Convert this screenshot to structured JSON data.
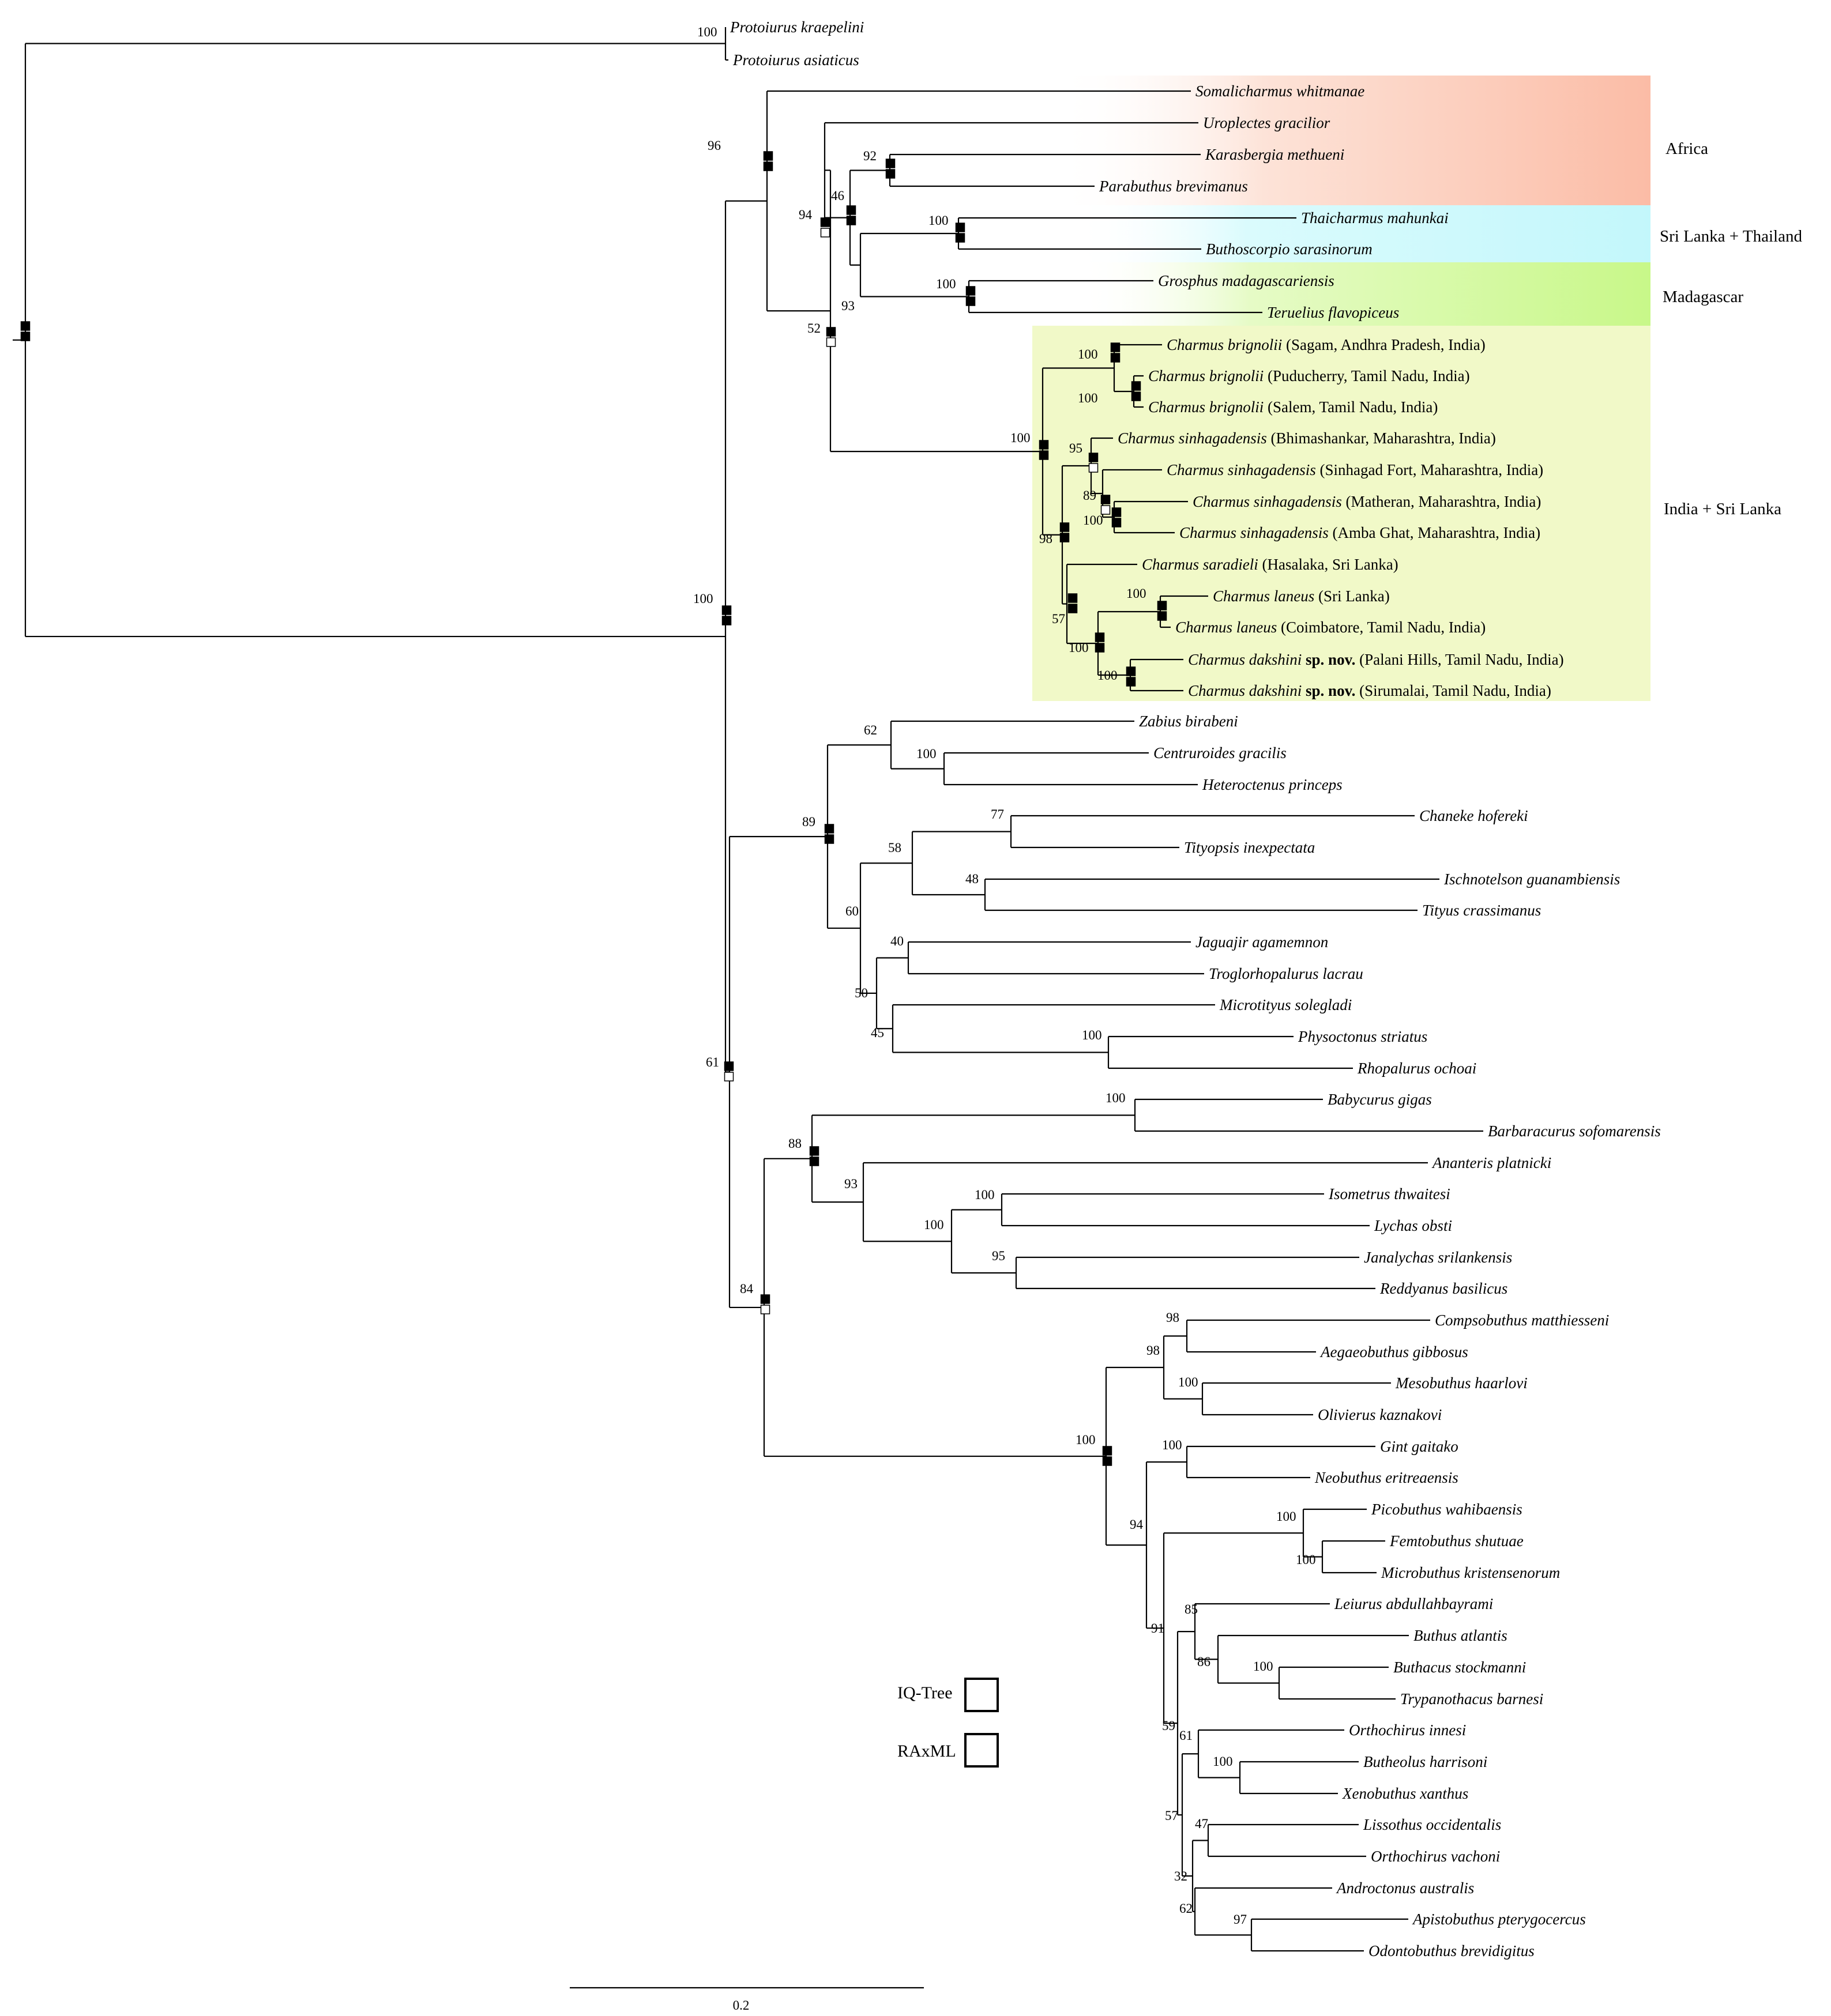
{
  "colors": {
    "africa": "#fbbca6",
    "srilanka_thailand": "#c3f7fb",
    "madagascar": "#c8f889",
    "india_srilanka": "#f1f9c8",
    "branch": "#000000",
    "ml_filled": "#000000",
    "ml_open": "#ffffff"
  },
  "regions": [
    {
      "key": "africa",
      "label": "Africa"
    },
    {
      "key": "srilanka_thailand",
      "label": "Sri Lanka + Thailand"
    },
    {
      "key": "madagascar",
      "label": "Madagascar"
    },
    {
      "key": "india_srilanka",
      "label": "India + Sri Lanka"
    }
  ],
  "legend": {
    "iqtree": "IQ-Tree",
    "raxml": "RAxML"
  },
  "scale_bar": {
    "label": "0.2",
    "value": 0.2
  },
  "tips": [
    {
      "id": "t1",
      "species": "Protoiurus kraepelini",
      "locality": ""
    },
    {
      "id": "t2",
      "species": "Protoiurus asiaticus",
      "locality": ""
    },
    {
      "id": "t3",
      "species": "Somalicharmus whitmanae",
      "locality": ""
    },
    {
      "id": "t4",
      "species": "Uroplectes gracilior",
      "locality": ""
    },
    {
      "id": "t5",
      "species": "Karasbergia methueni",
      "locality": ""
    },
    {
      "id": "t6",
      "species": "Parabuthus brevimanus",
      "locality": ""
    },
    {
      "id": "t7",
      "species": "Thaicharmus mahunkai",
      "locality": ""
    },
    {
      "id": "t8",
      "species": "Buthoscorpio sarasinorum",
      "locality": ""
    },
    {
      "id": "t9",
      "species": "Grosphus madagascariensis",
      "locality": ""
    },
    {
      "id": "t10",
      "species": "Teruelius flavopiceus",
      "locality": ""
    },
    {
      "id": "t11",
      "species": "Charmus brignolii",
      "locality": " (Sagam, Andhra Pradesh, India)"
    },
    {
      "id": "t12",
      "species": "Charmus brignolii",
      "locality": " (Puducherry, Tamil Nadu, India)"
    },
    {
      "id": "t13",
      "species": "Charmus brignolii",
      "locality": " (Salem, Tamil Nadu, India)"
    },
    {
      "id": "t14",
      "species": "Charmus sinhagadensis",
      "locality": " (Bhimashankar, Maharashtra, India)"
    },
    {
      "id": "t15",
      "species": "Charmus sinhagadensis",
      "locality": " (Sinhagad Fort, Maharashtra, India)"
    },
    {
      "id": "t16",
      "species": "Charmus sinhagadensis",
      "locality": " (Matheran, Maharashtra, India)"
    },
    {
      "id": "t17",
      "species": "Charmus sinhagadensis",
      "locality": " (Amba Ghat, Maharashtra, India)"
    },
    {
      "id": "t18",
      "species": "Charmus saradieli",
      "locality": " (Hasalaka, Sri Lanka)"
    },
    {
      "id": "t19",
      "species": "Charmus laneus",
      "locality": " (Sri Lanka)"
    },
    {
      "id": "t20",
      "species": "Charmus laneus",
      "locality": " (Coimbatore, Tamil Nadu, India)"
    },
    {
      "id": "t21",
      "species": "Charmus dakshini",
      "nov": " sp. nov.",
      "locality": " (Palani Hills, Tamil Nadu, India)"
    },
    {
      "id": "t22",
      "species": "Charmus dakshini",
      "nov": " sp. nov.",
      "locality": " (Sirumalai, Tamil Nadu, India)"
    },
    {
      "id": "t23",
      "species": "Zabius birabeni",
      "locality": ""
    },
    {
      "id": "t24",
      "species": "Centruroides gracilis",
      "locality": ""
    },
    {
      "id": "t25",
      "species": "Heteroctenus princeps",
      "locality": ""
    },
    {
      "id": "t26",
      "species": "Chaneke hofereki",
      "locality": ""
    },
    {
      "id": "t27",
      "species": "Tityopsis inexpectata",
      "locality": ""
    },
    {
      "id": "t28",
      "species": "Ischnotelson guanambiensis",
      "locality": ""
    },
    {
      "id": "t29",
      "species": "Tityus crassimanus",
      "locality": ""
    },
    {
      "id": "t30",
      "species": "Jaguajir agamemnon",
      "locality": ""
    },
    {
      "id": "t31",
      "species": "Troglorhopalurus lacrau",
      "locality": ""
    },
    {
      "id": "t32",
      "species": "Microtityus solegladi",
      "locality": ""
    },
    {
      "id": "t33",
      "species": "Physoctonus striatus",
      "locality": ""
    },
    {
      "id": "t34",
      "species": "Rhopalurus ochoai",
      "locality": ""
    },
    {
      "id": "t35",
      "species": "Babycurus gigas",
      "locality": ""
    },
    {
      "id": "t36",
      "species": "Barbaracurus sofomarensis",
      "locality": ""
    },
    {
      "id": "t37",
      "species": "Ananteris platnicki",
      "locality": ""
    },
    {
      "id": "t38",
      "species": "Isometrus thwaitesi",
      "locality": ""
    },
    {
      "id": "t39",
      "species": "Lychas obsti",
      "locality": ""
    },
    {
      "id": "t40",
      "species": "Janalychas srilankensis",
      "locality": ""
    },
    {
      "id": "t41",
      "species": "Reddyanus basilicus",
      "locality": ""
    },
    {
      "id": "t42",
      "species": "Compsobuthus matthiesseni",
      "locality": ""
    },
    {
      "id": "t43",
      "species": "Aegaeobuthus gibbosus",
      "locality": ""
    },
    {
      "id": "t44",
      "species": "Mesobuthus haarlovi",
      "locality": ""
    },
    {
      "id": "t45",
      "species": "Olivierus kaznakovi",
      "locality": ""
    },
    {
      "id": "t46",
      "species": "Gint gaitako",
      "locality": ""
    },
    {
      "id": "t47",
      "species": "Neobuthus eritreaensis",
      "locality": ""
    },
    {
      "id": "t48",
      "species": "Picobuthus wahibaensis",
      "locality": ""
    },
    {
      "id": "t49",
      "species": "Femtobuthus shutuae",
      "locality": ""
    },
    {
      "id": "t50",
      "species": "Microbuthus kristensenorum",
      "locality": ""
    },
    {
      "id": "t51",
      "species": "Leiurus abdullahbayrami",
      "locality": ""
    },
    {
      "id": "t52",
      "species": "Buthus atlantis",
      "locality": ""
    },
    {
      "id": "t53",
      "species": "Buthacus stockmanni",
      "locality": ""
    },
    {
      "id": "t54",
      "species": "Trypanothacus barnesi",
      "locality": ""
    },
    {
      "id": "t55",
      "species": "Orthochirus innesi",
      "locality": ""
    },
    {
      "id": "t56",
      "species": "Butheolus harrisoni",
      "locality": ""
    },
    {
      "id": "t57",
      "species": "Xenobuthus xanthus",
      "locality": ""
    },
    {
      "id": "t58",
      "species": "Lissothus occidentalis",
      "locality": ""
    },
    {
      "id": "t59",
      "species": "Orthochirus vachoni",
      "locality": ""
    },
    {
      "id": "t60",
      "species": "Androctonus australis",
      "locality": ""
    },
    {
      "id": "t61",
      "species": "Apistobuthus pterygocercus",
      "locality": ""
    },
    {
      "id": "t62",
      "species": "Odontobuthus brevidigitus",
      "locality": ""
    }
  ],
  "nodes": [
    {
      "id": "nProt",
      "support": "100",
      "children": [
        "t1",
        "t2"
      ]
    },
    {
      "id": "nKar",
      "support": "92",
      "children": [
        "t5",
        "t6"
      ]
    },
    {
      "id": "nThai",
      "support": "100",
      "children": [
        "t7",
        "t8"
      ]
    },
    {
      "id": "nGros",
      "support": "100",
      "children": [
        "t9",
        "t10"
      ]
    },
    {
      "id": "nSL_Mad",
      "support": "93",
      "children": [
        "nThai",
        "nGros"
      ]
    },
    {
      "id": "n46",
      "support": "46",
      "children": [
        "nKar",
        "nSL_Mad"
      ]
    },
    {
      "id": "n94",
      "support": "94",
      "children": [
        "t4",
        "n46"
      ]
    },
    {
      "id": "nBrig2",
      "support": "100",
      "children": [
        "t12",
        "t13"
      ]
    },
    {
      "id": "nBrig",
      "support": "100",
      "children": [
        "t11",
        "nBrig2"
      ]
    },
    {
      "id": "nSin3",
      "support": "100",
      "children": [
        "t16",
        "t17"
      ]
    },
    {
      "id": "nSin2",
      "support": "89",
      "children": [
        "t15",
        "nSin3"
      ]
    },
    {
      "id": "nSin",
      "support": "95",
      "children": [
        "t14",
        "nSin2"
      ]
    },
    {
      "id": "nLan",
      "support": "100",
      "children": [
        "t19",
        "t20"
      ]
    },
    {
      "id": "nDak",
      "support": "100",
      "children": [
        "t21",
        "t22"
      ]
    },
    {
      "id": "nLanDak",
      "support": "100",
      "children": [
        "nLan",
        "nDak"
      ]
    },
    {
      "id": "n57",
      "support": "57",
      "children": [
        "t18",
        "nLanDak"
      ]
    },
    {
      "id": "n98c",
      "support": "98",
      "children": [
        "nSin",
        "n57"
      ]
    },
    {
      "id": "nChar",
      "support": "100",
      "children": [
        "nBrig",
        "n98c"
      ]
    },
    {
      "id": "n52",
      "support": "52",
      "children": [
        "n94",
        "nChar"
      ]
    },
    {
      "id": "n96",
      "support": "96",
      "children": [
        "t3",
        "n52"
      ]
    },
    {
      "id": "nCen",
      "support": "100",
      "children": [
        "t24",
        "t25"
      ]
    },
    {
      "id": "n62",
      "support": "62",
      "children": [
        "t23",
        "nCen"
      ]
    },
    {
      "id": "n77",
      "support": "77",
      "children": [
        "t26",
        "t27"
      ]
    },
    {
      "id": "n48",
      "support": "48",
      "children": [
        "t28",
        "t29"
      ]
    },
    {
      "id": "n58",
      "support": "58",
      "children": [
        "n77",
        "n48"
      ]
    },
    {
      "id": "n40",
      "support": "40",
      "children": [
        "t30",
        "t31"
      ]
    },
    {
      "id": "nPhy",
      "support": "100",
      "children": [
        "t33",
        "t34"
      ]
    },
    {
      "id": "n45",
      "support": "45",
      "children": [
        "t32",
        "nPhy"
      ]
    },
    {
      "id": "n50",
      "support": "50",
      "children": [
        "n40",
        "n45"
      ]
    },
    {
      "id": "n60",
      "support": "60",
      "children": [
        "n58",
        "n50"
      ]
    },
    {
      "id": "n89",
      "support": "89",
      "children": [
        "n62",
        "n60"
      ]
    },
    {
      "id": "nBaby",
      "support": "100",
      "children": [
        "t35",
        "t36"
      ]
    },
    {
      "id": "nIso",
      "support": "100",
      "children": [
        "t38",
        "t39"
      ]
    },
    {
      "id": "nJan",
      "support": "95",
      "children": [
        "t40",
        "t41"
      ]
    },
    {
      "id": "n100i",
      "support": "100",
      "children": [
        "nIso",
        "nJan"
      ]
    },
    {
      "id": "n93b",
      "support": "93",
      "children": [
        "t37",
        "n100i"
      ]
    },
    {
      "id": "n88",
      "support": "88",
      "children": [
        "nBaby",
        "n93b"
      ]
    },
    {
      "id": "nComp",
      "support": "98",
      "children": [
        "t42",
        "t43"
      ]
    },
    {
      "id": "nMeso",
      "support": "100",
      "children": [
        "t44",
        "t45"
      ]
    },
    {
      "id": "n98b",
      "support": "98",
      "children": [
        "nComp",
        "nMeso"
      ]
    },
    {
      "id": "nGint",
      "support": "100",
      "children": [
        "t46",
        "t47"
      ]
    },
    {
      "id": "nFem",
      "support": "100",
      "children": [
        "t49",
        "t50"
      ]
    },
    {
      "id": "nPico",
      "support": "100",
      "children": [
        "t48",
        "nFem"
      ]
    },
    {
      "id": "nBtc",
      "support": "100",
      "children": [
        "t53",
        "t54"
      ]
    },
    {
      "id": "n86",
      "support": "86",
      "children": [
        "t52",
        "nBtc"
      ]
    },
    {
      "id": "n85",
      "support": "85",
      "children": [
        "t51",
        "n86"
      ]
    },
    {
      "id": "nButh",
      "support": "100",
      "children": [
        "t56",
        "t57"
      ]
    },
    {
      "id": "n61b",
      "support": "61",
      "children": [
        "t55",
        "nButh"
      ]
    },
    {
      "id": "n47",
      "support": "47",
      "children": [
        "t58",
        "t59"
      ]
    },
    {
      "id": "n97",
      "support": "97",
      "children": [
        "t61",
        "t62"
      ]
    },
    {
      "id": "n62b",
      "support": "62",
      "children": [
        "t60",
        "n97"
      ]
    },
    {
      "id": "n32",
      "support": "32",
      "children": [
        "n47",
        "n62b"
      ]
    },
    {
      "id": "n57b",
      "support": "57",
      "children": [
        "n61b",
        "n32"
      ]
    },
    {
      "id": "n59",
      "support": "59",
      "children": [
        "n85",
        "n57b"
      ]
    },
    {
      "id": "n91",
      "support": "91",
      "children": [
        "nPico",
        "n59"
      ]
    },
    {
      "id": "n94b",
      "support": "94",
      "children": [
        "nGint",
        "n91"
      ]
    },
    {
      "id": "n100b",
      "support": "100",
      "children": [
        "n98b",
        "n94b"
      ]
    },
    {
      "id": "n84",
      "support": "84",
      "children": [
        "n88",
        "n100b"
      ]
    },
    {
      "id": "n61",
      "support": "61",
      "children": [
        "n89",
        "n84"
      ]
    },
    {
      "id": "n100m",
      "support": "100",
      "children": [
        "n96",
        "n61"
      ]
    },
    {
      "id": "root",
      "support": "",
      "children": [
        "nProt",
        "n100m"
      ]
    }
  ],
  "ml_support_marks": [
    {
      "node": "root",
      "iqtree": "filled",
      "raxml": "filled"
    },
    {
      "node": "n100m",
      "iqtree": "filled",
      "raxml": "filled"
    },
    {
      "node": "n96",
      "iqtree": "filled",
      "raxml": "filled"
    },
    {
      "node": "n94",
      "iqtree": "filled",
      "raxml": "open"
    },
    {
      "node": "n52",
      "iqtree": "filled",
      "raxml": "open"
    },
    {
      "node": "n46",
      "iqtree": "filled",
      "raxml": "filled"
    },
    {
      "node": "nKar",
      "iqtree": "filled",
      "raxml": "filled"
    },
    {
      "node": "nThai",
      "iqtree": "filled",
      "raxml": "filled"
    },
    {
      "node": "nGros",
      "iqtree": "filled",
      "raxml": "filled"
    },
    {
      "node": "nChar",
      "iqtree": "filled",
      "raxml": "filled"
    },
    {
      "node": "nBrig",
      "iqtree": "filled",
      "raxml": "filled"
    },
    {
      "node": "nBrig2",
      "iqtree": "filled",
      "raxml": "filled"
    },
    {
      "node": "nSin",
      "iqtree": "filled",
      "raxml": "open"
    },
    {
      "node": "nSin2",
      "iqtree": "filled",
      "raxml": "open"
    },
    {
      "node": "nSin3",
      "iqtree": "filled",
      "raxml": "filled"
    },
    {
      "node": "n98c",
      "iqtree": "filled",
      "raxml": "filled"
    },
    {
      "node": "n57",
      "iqtree": "filled",
      "raxml": "filled"
    },
    {
      "node": "nLanDak",
      "iqtree": "filled",
      "raxml": "filled"
    },
    {
      "node": "nLan",
      "iqtree": "filled",
      "raxml": "filled"
    },
    {
      "node": "nDak",
      "iqtree": "filled",
      "raxml": "filled"
    },
    {
      "node": "n89",
      "iqtree": "filled",
      "raxml": "filled"
    },
    {
      "node": "n61",
      "iqtree": "filled",
      "raxml": "open"
    },
    {
      "node": "n88",
      "iqtree": "filled",
      "raxml": "filled"
    },
    {
      "node": "n84",
      "iqtree": "filled",
      "raxml": "open"
    },
    {
      "node": "n100b",
      "iqtree": "filled",
      "raxml": "filled"
    }
  ]
}
